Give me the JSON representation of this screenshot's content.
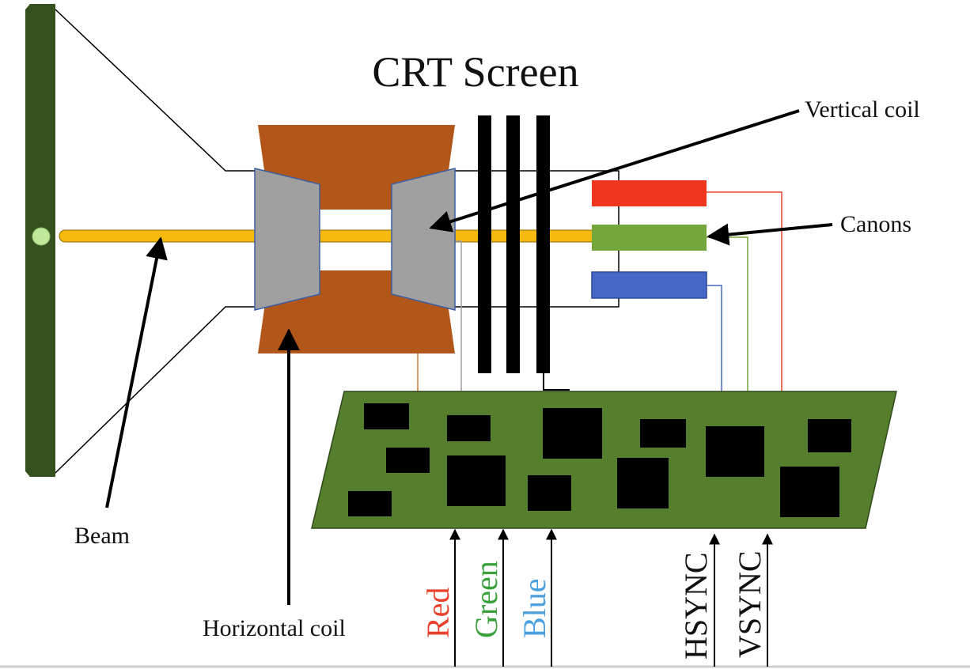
{
  "title": "CRT Screen",
  "labels": {
    "vertical_coil": "Vertical coil",
    "canons": "Canons",
    "beam": "Beam",
    "horizontal_coil": "Horizontal coil"
  },
  "signals": [
    {
      "name": "Red",
      "color": "#e8402a"
    },
    {
      "name": "Green",
      "color": "#3aa13a"
    },
    {
      "name": "Blue",
      "color": "#4a9fde"
    },
    {
      "name": "HSYNC",
      "color": "#111111"
    },
    {
      "name": "VSYNC",
      "color": "#111111"
    }
  ],
  "colors": {
    "screen": "#34501f",
    "beam": "#f5b90f",
    "coil_brown": "#b25719",
    "coil_gray": "#a0a0a0",
    "canon_red": "#ef3720",
    "canon_green": "#73a63b",
    "canon_blue": "#4567c6",
    "board": "#557f2c"
  }
}
